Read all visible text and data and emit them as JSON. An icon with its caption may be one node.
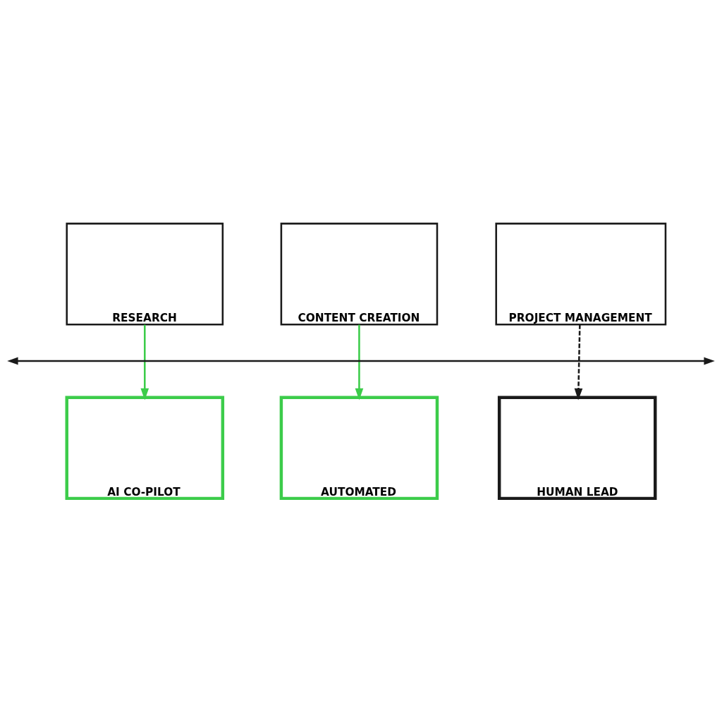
{
  "diagram": {
    "nodes": [
      {
        "text": [
          "RESEARCH"
        ]
      },
      {
        "text": [
          "CONTENT CREATION"
        ]
      },
      {
        "text": [
          "PROJECT MANAGEMENT"
        ]
      },
      {
        "text": [
          "AI CO-PILOT"
        ]
      },
      {
        "text": [
          "AUTOMATED"
        ]
      },
      {
        "text": [
          "HUMAN LEAD"
        ]
      }
    ],
    "edges": [
      {
        "from": 0,
        "to": 3,
        "arrow": "to",
        "color": "#3ccc4a"
      },
      {
        "from": 1,
        "to": 4,
        "arrow": "to",
        "color": "#3ccc4a"
      },
      {
        "from": 2,
        "to": 5,
        "arrow": "to",
        "style": "dashed",
        "color": "#1a1a1a"
      }
    ]
  }
}
